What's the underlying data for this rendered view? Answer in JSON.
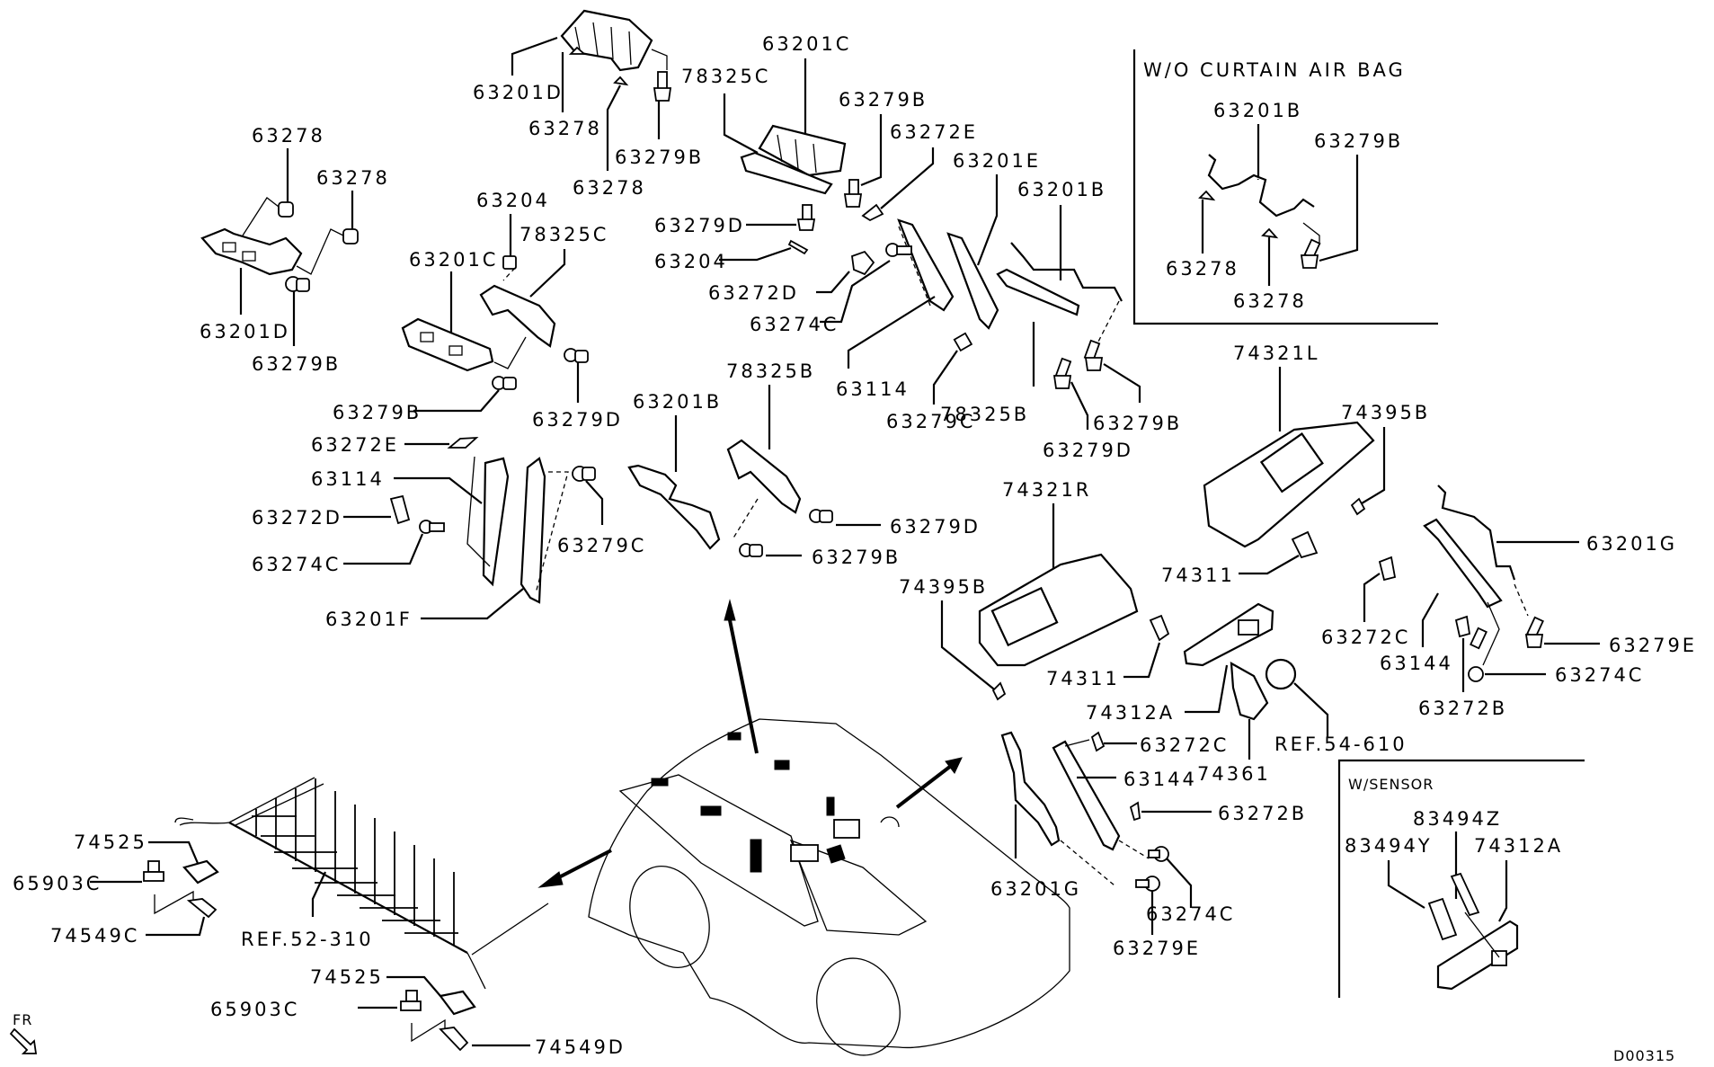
{
  "diagram": {
    "type": "exploded parts diagram",
    "subject": "vehicle roof interior trim parts (assist grips, sun visors, rear view mirror, cargo net)",
    "drawing_code": "D00315",
    "direction_marker": "FR",
    "insets": [
      {
        "title": "W/O CURTAIN AIR BAG",
        "labels": [
          "63201B",
          "63279B",
          "63278",
          "63278"
        ]
      },
      {
        "title": "W/SENSOR",
        "labels": [
          "83494Z",
          "83494Y",
          "74312A"
        ]
      }
    ],
    "labels": {
      "top_center": {
        "l1": "63201D",
        "l2": "63278",
        "l3": "63278",
        "l4": "63279B",
        "l5": "78325C"
      },
      "top_right_grip": {
        "l1": "63201C",
        "l2": "63279B",
        "l3": "63272E",
        "l4": "63201E",
        "l5": "63201B",
        "l6": "63279D",
        "l7": "63204",
        "l8": "63272D",
        "l9": "63274C",
        "l10": "63114",
        "l11": "63279C",
        "l12": "78325B",
        "l13": "63279B",
        "l14": "63279D"
      },
      "left_bracket": {
        "l1": "63278",
        "l2": "63278",
        "l3": "63201D",
        "l4": "63279B"
      },
      "left_grip": {
        "l1": "63204",
        "l2": "78325C",
        "l3": "63201C",
        "l4": "63279B",
        "l5": "63279D"
      },
      "left_pillar": {
        "l1": "63272E",
        "l2": "63114",
        "l3": "63272D",
        "l4": "63274C",
        "l5": "63201F",
        "l6": "63279C"
      },
      "center_grip": {
        "l1": "63201B",
        "l2": "78325B",
        "l3": "63279D",
        "l4": "63279B"
      },
      "sun_visors": {
        "l1": "74321L",
        "l2": "74395B",
        "l3": "74321R",
        "l4": "74395B",
        "l5": "74311",
        "l6": "74311",
        "l7": "74312A",
        "l8": "74361",
        "l9": "REF.54-610"
      },
      "right_grip": {
        "l1": "63201G",
        "l2": "63272C",
        "l3": "63144",
        "l4": "63279E",
        "l5": "63274C",
        "l6": "63272B"
      },
      "lower_right_grip": {
        "l1": "63272C",
        "l2": "63144",
        "l3": "63272B",
        "l4": "63201G",
        "l5": "63274C",
        "l6": "63279E"
      },
      "cargo_net": {
        "l1": "74525",
        "l2": "65903C",
        "l3": "74549C",
        "l4": "REF.52-310",
        "l5": "74525",
        "l6": "65903C",
        "l7": "74549D"
      }
    }
  }
}
